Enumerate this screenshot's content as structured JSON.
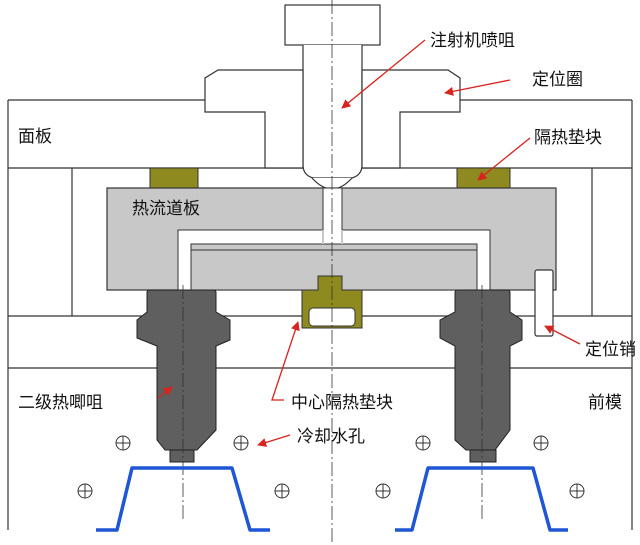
{
  "labels": {
    "nozzle": "注射机喷咀",
    "locating_ring": "定位圈",
    "face_plate": "面板",
    "insulation_pad": "隔热垫块",
    "hot_runner_plate": "热流道板",
    "locating_pin": "定位销",
    "secondary_nozzle": "二级热唧咀",
    "center_insulation_pad": "中心隔热垫块",
    "front_mold": "前模",
    "cooling_hole": "冷却水孔"
  },
  "colors": {
    "arrow": "#d8231e",
    "blue_part": "#1f56d6",
    "plate_fill": "#c8c8c8",
    "nozzle_fill": "#5f5f5f",
    "pad_fill": "#8e8a1f"
  }
}
